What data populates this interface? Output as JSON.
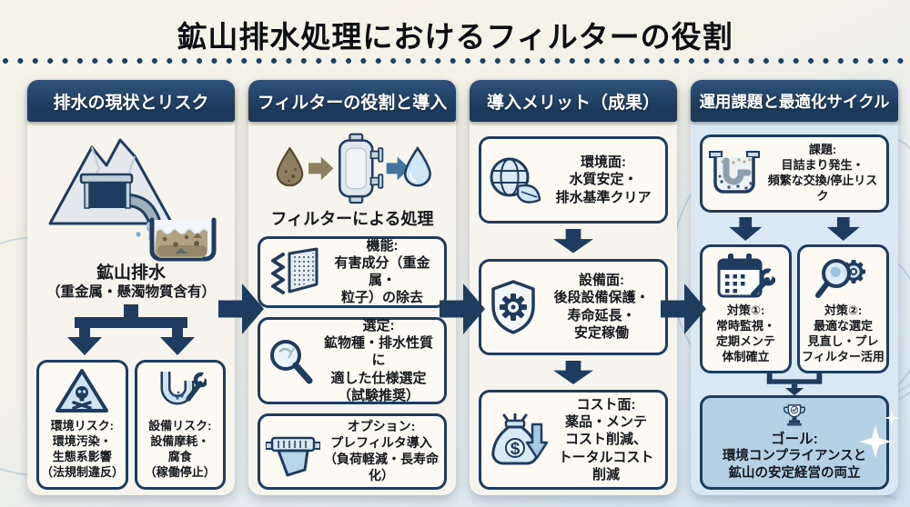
{
  "title": "鉱山排水処理におけるフィルターの役割",
  "columns": {
    "drainage": {
      "header": "排水の現状とリスク",
      "illustration": "mine-discharge-tank-icon",
      "source": {
        "line1": "鉱山排水",
        "line2": "（重金属・懸濁物質含有）"
      },
      "risk_env": {
        "icon": "hazard-skull-icon",
        "l1": "環境リスク:",
        "l2": "環境汚染・",
        "l3": "生態系影響",
        "l4": "（法規制違反）"
      },
      "risk_equip": {
        "icon": "pipe-wrench-icon",
        "l1": "設備リスク:",
        "l2": "設備摩耗・",
        "l3": "腐食",
        "l4": "（稼働停止）"
      }
    },
    "filter": {
      "header": "フィルターの役割と導入",
      "illustration": "dirty-drop-filter-clean-drop-icon",
      "caption": "フィルターによる処理",
      "function": {
        "icon": "mesh-filter-icon",
        "l1": "機能:",
        "l2": "有害成分（重金属・",
        "l3": "粒子）の除去"
      },
      "selection": {
        "icon": "magnifier-icon",
        "l1": "選定:",
        "l2": "鉱物種・排水性質に",
        "l3": "適した仕様選定",
        "l4": "（試験推奨）"
      },
      "option": {
        "icon": "prefilter-icon",
        "l1": "オプション:",
        "l2": "プレフィルタ導入",
        "l3": "（負荷軽減・長寿命化）"
      }
    },
    "merits": {
      "header": "導入メリット（成果）",
      "env": {
        "icon": "globe-leaf-icon",
        "l1": "環境面:",
        "l2": "水質安定・",
        "l3": "排水基準クリア"
      },
      "equip": {
        "icon": "shield-gear-icon",
        "l1": "設備面:",
        "l2": "後段設備保護・",
        "l3": "寿命延長・",
        "l4": "安定稼働"
      },
      "cost": {
        "icon": "moneybag-arrow-icon",
        "l1": "コスト面:",
        "l2": "薬品・メンテ",
        "l3": "コスト削減、",
        "l4": "トータルコスト削減"
      }
    },
    "operation": {
      "header": "運用課題と最適化サイクル",
      "challenge": {
        "icon": "clogged-filter-icon",
        "l1": "課題:",
        "l2": "目詰まり発生・",
        "l3": "頻繁な交換/停止リスク"
      },
      "measure1": {
        "icon": "calendar-wrench-icon",
        "l1": "対策①:",
        "l2": "常時監視・",
        "l3": "定期メンテ",
        "l4": "体制確立"
      },
      "measure2": {
        "icon": "magnifier-gear-icon",
        "l1": "対策②:",
        "l2": "最適な選定",
        "l3": "見直し・プレ",
        "l4": "フィルター活用"
      },
      "goal": {
        "icon": "trophy-check-icon",
        "l1": "ゴール:",
        "l2": "環境コンプライアンスと",
        "l3": "鉱山の安定経営の両立"
      }
    }
  },
  "colors": {
    "navy": "#1e3c5f",
    "header_gradient_top": "#2e5379",
    "panel_cream": "#f6f4ec",
    "panel_blue": "#d9e8f3",
    "box_bg": "#fcfaf2",
    "goal_bg": "#b5d1e6",
    "accent_blue": "#41759e",
    "dirty_brown": "#8d7f60",
    "icon_light_blue": "#cfe4f2"
  }
}
